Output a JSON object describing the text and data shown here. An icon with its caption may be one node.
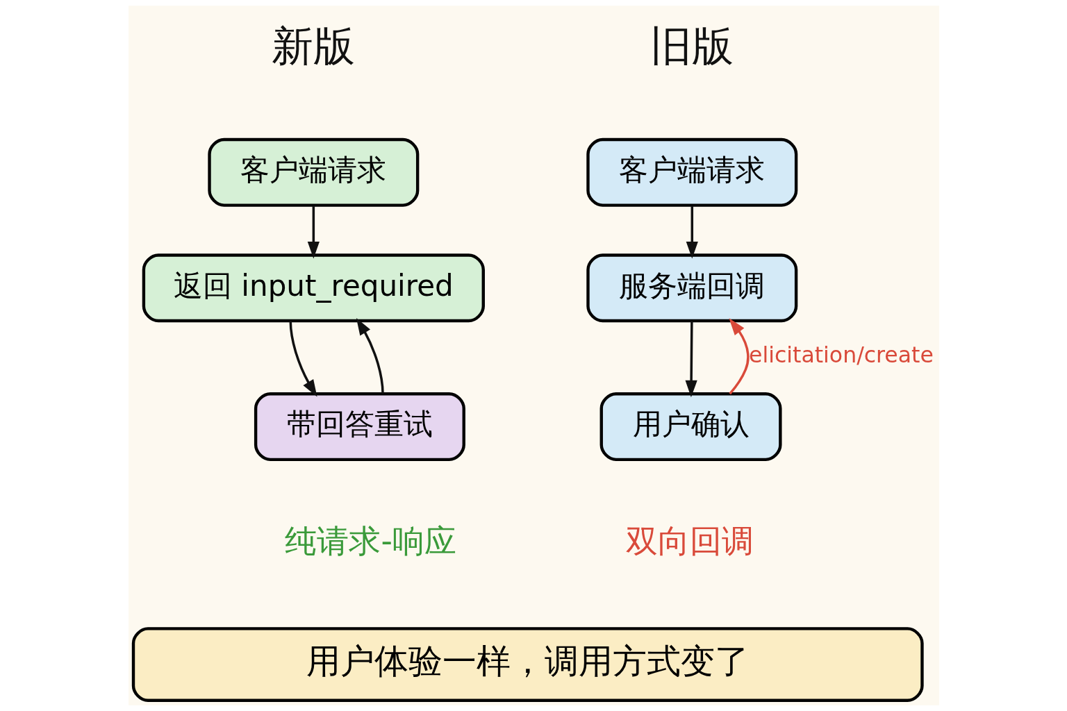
{
  "diagram": {
    "nodes": [
      {
        "text": [
          "客户端请求"
        ]
      },
      {
        "text": [
          "服务端回调"
        ]
      },
      {
        "text": [
          "用户确认"
        ]
      },
      {
        "text": [
          "客户端请求"
        ]
      },
      {
        "text": [
          "返回 input_required"
        ]
      },
      {
        "text": [
          "带回答重试"
        ]
      },
      {
        "text": [
          "用户体验一样，调用方式变了"
        ]
      }
    ],
    "edges": [
      {
        "from": 0,
        "to": 1,
        "arrow": "to"
      },
      {
        "from": 1,
        "to": 2,
        "arrow": "to"
      },
      {
        "from": 2,
        "to": 1,
        "arrow": "to",
        "label": "elicitation/create",
        "color": "#d94a3a"
      },
      {
        "from": 3,
        "to": 4,
        "arrow": "to"
      },
      {
        "from": 4,
        "to": 5,
        "arrow": "to"
      },
      {
        "from": 5,
        "to": 4,
        "arrow": "to"
      }
    ],
    "labels": [
      "旧版",
      "新版",
      "双向回调",
      "纯请求-响应"
    ]
  }
}
